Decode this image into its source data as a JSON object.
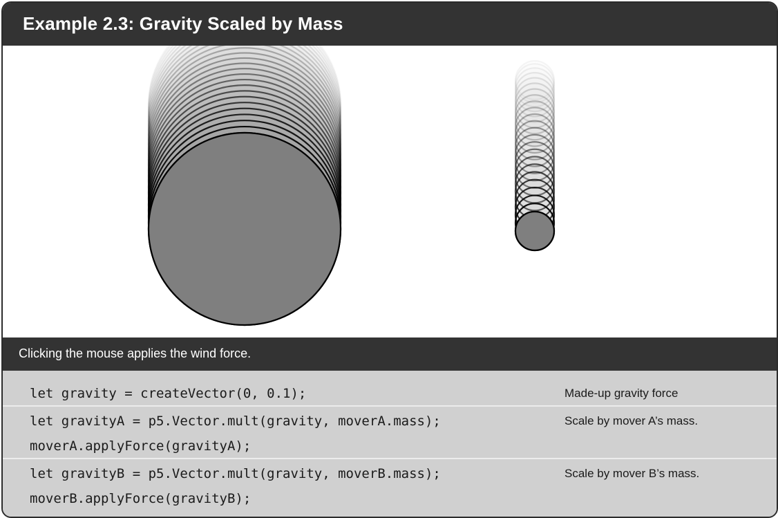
{
  "example": {
    "title": "Example 2.3: Gravity Scaled by Mass",
    "caption": "Clicking the mouse applies the wind force."
  },
  "colors": {
    "header_bg": "#333333",
    "code_bg": "#d0d0d0",
    "canvas_bg": "#ffffff",
    "mover_fill": "#7f7f7f",
    "mover_stroke": "#000000"
  },
  "code": {
    "rows": [
      {
        "lines": [
          "let gravity = createVector(0, 0.1);"
        ],
        "note": "Made-up gravity force"
      },
      {
        "lines": [
          "let gravityA = p5.Vector.mult(gravity, moverA.mass);",
          "moverA.applyForce(gravityA);"
        ],
        "note": "Scale by mover A’s mass."
      },
      {
        "lines": [
          "let gravityB = p5.Vector.mult(gravity, moverB.mass);",
          "moverB.applyForce(gravityB);"
        ],
        "note": "Scale by mover B’s mass."
      }
    ]
  }
}
